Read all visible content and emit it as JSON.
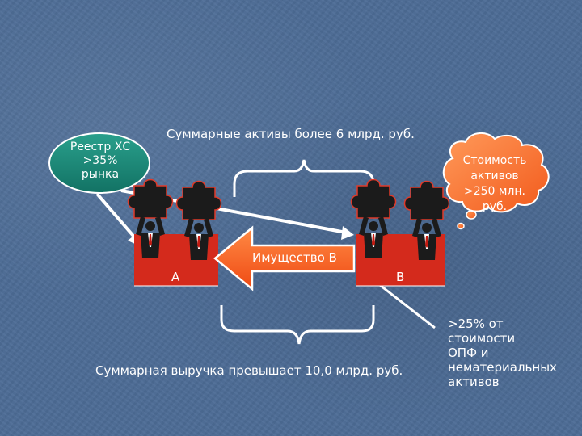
{
  "labels": {
    "top_total_assets": "Суммарные активы более 6 млрд. руб.",
    "bottom_total_revenue": "Суммарная выручка превышает 10,0 млрд. руб.",
    "registry_line1": "Реестр ХС",
    "registry_line2": ">35%",
    "registry_line3": "рынка",
    "cloud_line1": "Стоимость",
    "cloud_line2": "активов",
    "cloud_line3": ">250 млн.",
    "cloud_line4": "руб.",
    "property_arrow": "Имущество В",
    "company_a": "А",
    "company_b": "В",
    "note_line1": ">25% от",
    "note_line2": "стоимости",
    "note_line3": "ОПФ и",
    "note_line4": "нематериальных",
    "note_line5": "активов"
  },
  "colors": {
    "background": "#4d6c96",
    "registry_fill": "#1e8a7a",
    "cloud_fill": "#ff7a3c",
    "box_red": "#d42a1c",
    "figure_dark": "#1b1b1b",
    "arrow_fill": "#ff6a2a"
  }
}
